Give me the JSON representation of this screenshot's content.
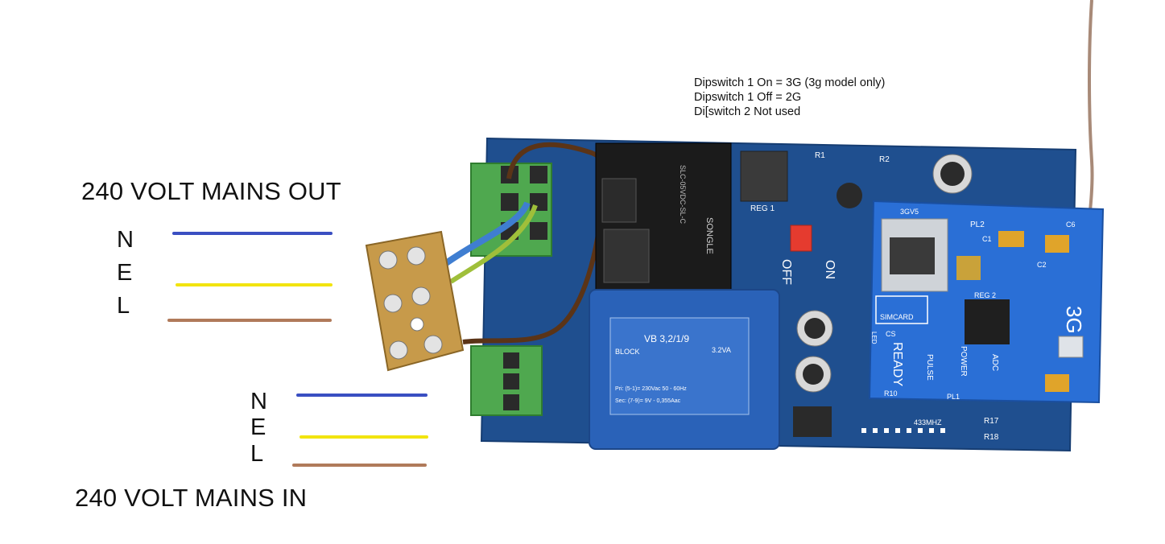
{
  "headings": {
    "mains_out": "240 VOLT MAINS OUT",
    "mains_in": "240 VOLT MAINS IN"
  },
  "notes": [
    "Dipswitch 1 On = 3G (3g model only)",
    "Dipswitch 1 Off = 2G",
    "Di[switch 2 Not used"
  ],
  "legend_out": [
    {
      "letter": "N",
      "color": "#3a4fc2"
    },
    {
      "letter": "E",
      "color": "#f2e40f"
    },
    {
      "letter": "L",
      "color": "#b07a5a"
    }
  ],
  "legend_in": [
    {
      "letter": "N",
      "color": "#3a4fc2"
    },
    {
      "letter": "E",
      "color": "#f2e40f"
    },
    {
      "letter": "L",
      "color": "#b07a5a"
    }
  ],
  "board": {
    "relay_text": "SONGLE",
    "relay_model": "SLC-05VDC-SL-C",
    "transformer_model": "VB 3,2/1/9",
    "transformer_rating": "3.2VA",
    "transformer_brand": "BLOCK",
    "transformer_pri": "Pri: (5-1)= 230Vac 50 - 60Hz",
    "transformer_sec": "Sec: (7-9)= 9V - 0,355Aac",
    "dip_on": "ON",
    "dip_off": "OFF",
    "sim_label": "SIMCARD",
    "ready_label": "READY",
    "module_label": "3G",
    "freq_label": "433MHZ",
    "reg1": "REG 1",
    "reg2": "REG 2",
    "r1": "R1",
    "r2": "R2",
    "r17": "R17",
    "r18": "R18",
    "pulse": "PULSE",
    "power": "POWER",
    "adc": "ADC",
    "cs": "CS",
    "pl1": "PL1",
    "pl2": "PL2",
    "led": "LED",
    "r10": "R10",
    "c1": "C1",
    "c2": "C2",
    "c6": "C6",
    "v3": "3GV5"
  },
  "colors": {
    "pcb_blue": "#1f4f8f",
    "pcb_edge": "#163d72",
    "terminal_green": "#4fa84f",
    "connector_brass": "#c79a4a",
    "transformer_blue": "#2a62b8",
    "relay_black": "#1b1b1b",
    "wire_blue": "#3a4fc2",
    "wire_yellow": "#f2e40f",
    "wire_brown": "#b07a5a"
  }
}
